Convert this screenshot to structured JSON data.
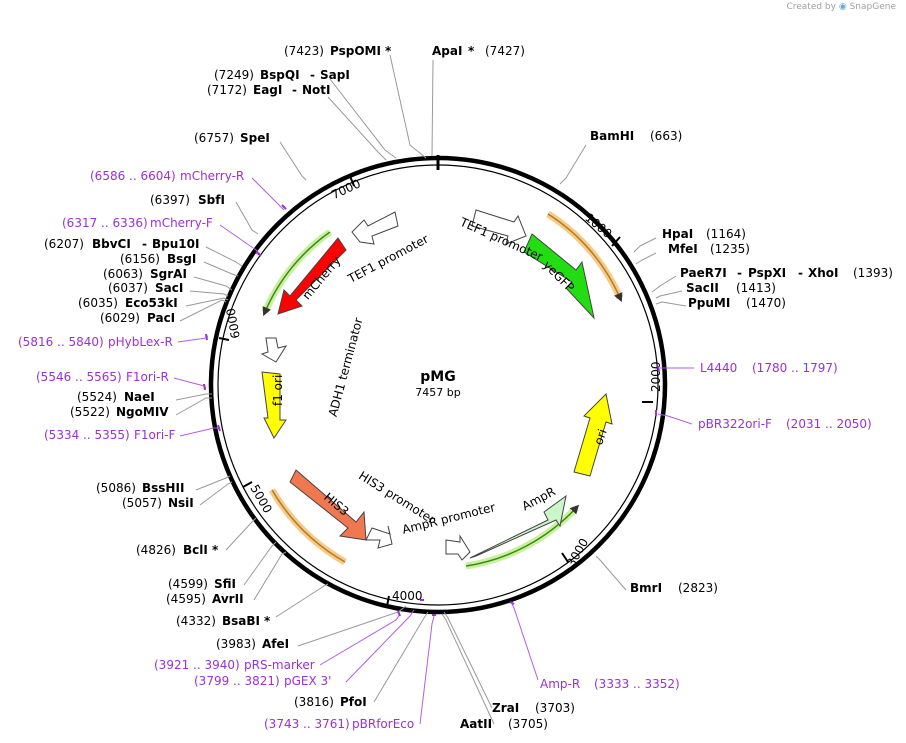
{
  "credit": {
    "prefix": "Created by",
    "brand": "SnapGene"
  },
  "plasmid": {
    "name": "pMG",
    "size": "7457 bp",
    "length": 7457
  },
  "ticks": [
    "1000",
    "2000",
    "3000",
    "4000",
    "5000",
    "6000",
    "7000"
  ],
  "sites": [
    {
      "pos": "(7423)",
      "name": "PspOMI",
      "star": true
    },
    {
      "pos": "(7427)",
      "name": "ApaI",
      "star": true
    },
    {
      "pos": "(7249)",
      "name": "BspQI",
      "alt": "SapI"
    },
    {
      "pos": "(7172)",
      "name": "EagI",
      "alt": "NotI"
    },
    {
      "pos": "(6757)",
      "name": "SpeI"
    },
    {
      "pos": "(663)",
      "name": "BamHI"
    },
    {
      "pos": "(1164)",
      "name": "HpaI"
    },
    {
      "pos": "(1235)",
      "name": "MfeI"
    },
    {
      "pos": "(1393)",
      "name": "PaeR7I",
      "alt": "PspXI",
      "alt2": "XhoI"
    },
    {
      "pos": "(1413)",
      "name": "SacII"
    },
    {
      "pos": "(1470)",
      "name": "PpuMI"
    },
    {
      "pos": "(6397)",
      "name": "SbfI"
    },
    {
      "pos": "(6207)",
      "name": "BbvCI",
      "alt": "Bpu10I"
    },
    {
      "pos": "(6156)",
      "name": "BsgI"
    },
    {
      "pos": "(6063)",
      "name": "SgrAI"
    },
    {
      "pos": "(6037)",
      "name": "SacI"
    },
    {
      "pos": "(6035)",
      "name": "Eco53kI"
    },
    {
      "pos": "(6029)",
      "name": "PacI"
    },
    {
      "pos": "(5524)",
      "name": "NaeI"
    },
    {
      "pos": "(5522)",
      "name": "NgoMIV"
    },
    {
      "pos": "(5086)",
      "name": "BssHII"
    },
    {
      "pos": "(5057)",
      "name": "NsiI"
    },
    {
      "pos": "(4826)",
      "name": "BclI",
      "star": true
    },
    {
      "pos": "(4599)",
      "name": "SfiI"
    },
    {
      "pos": "(4595)",
      "name": "AvrII"
    },
    {
      "pos": "(4332)",
      "name": "BsaBI",
      "star": true
    },
    {
      "pos": "(3983)",
      "name": "AfeI"
    },
    {
      "pos": "(3816)",
      "name": "PfoI"
    },
    {
      "pos": "(3703)",
      "name": "ZraI"
    },
    {
      "pos": "(3705)",
      "name": "AatII"
    },
    {
      "pos": "(2823)",
      "name": "BmrI"
    }
  ],
  "primers": [
    {
      "range": "(6586 .. 6604)",
      "name": "mCherry-R"
    },
    {
      "range": "(6317 .. 6336)",
      "name": "mCherry-F"
    },
    {
      "range": "(5816 .. 5840)",
      "name": "pHybLex-R"
    },
    {
      "range": "(5546 .. 5565)",
      "name": "F1ori-R"
    },
    {
      "range": "(5334 .. 5355)",
      "name": "F1ori-F"
    },
    {
      "range": "(1780 .. 1797)",
      "name": "L4440"
    },
    {
      "range": "(2031 .. 2050)",
      "name": "pBR322ori-F"
    },
    {
      "range": "(3921 .. 3940)",
      "name": "pRS-marker"
    },
    {
      "range": "(3799 .. 3821)",
      "name": "pGEX 3'"
    },
    {
      "range": "(3743 .. 3761)",
      "name": "pBRforEco"
    },
    {
      "range": "(3333 .. 3352)",
      "name": "Amp-R"
    }
  ],
  "features": [
    {
      "name": "TEF1 promoter",
      "color": "#ffffff"
    },
    {
      "name": "yeGFP",
      "color": "#22dd11"
    },
    {
      "name": "ori",
      "color": "#ffff00"
    },
    {
      "name": "AmpR",
      "color": "#ccf5cc"
    },
    {
      "name": "AmpR promoter",
      "color": "#ffffff"
    },
    {
      "name": "HIS3",
      "color": "#f07850"
    },
    {
      "name": "HIS3 promoter",
      "color": "#ffffff"
    },
    {
      "name": "f1 ori",
      "color": "#ffff00"
    },
    {
      "name": "ADH1 terminator",
      "color": "#ffffff"
    },
    {
      "name": "mCherry",
      "color": "#ff0000"
    },
    {
      "name": "TEF1 promoter",
      "color": "#ffffff"
    }
  ]
}
